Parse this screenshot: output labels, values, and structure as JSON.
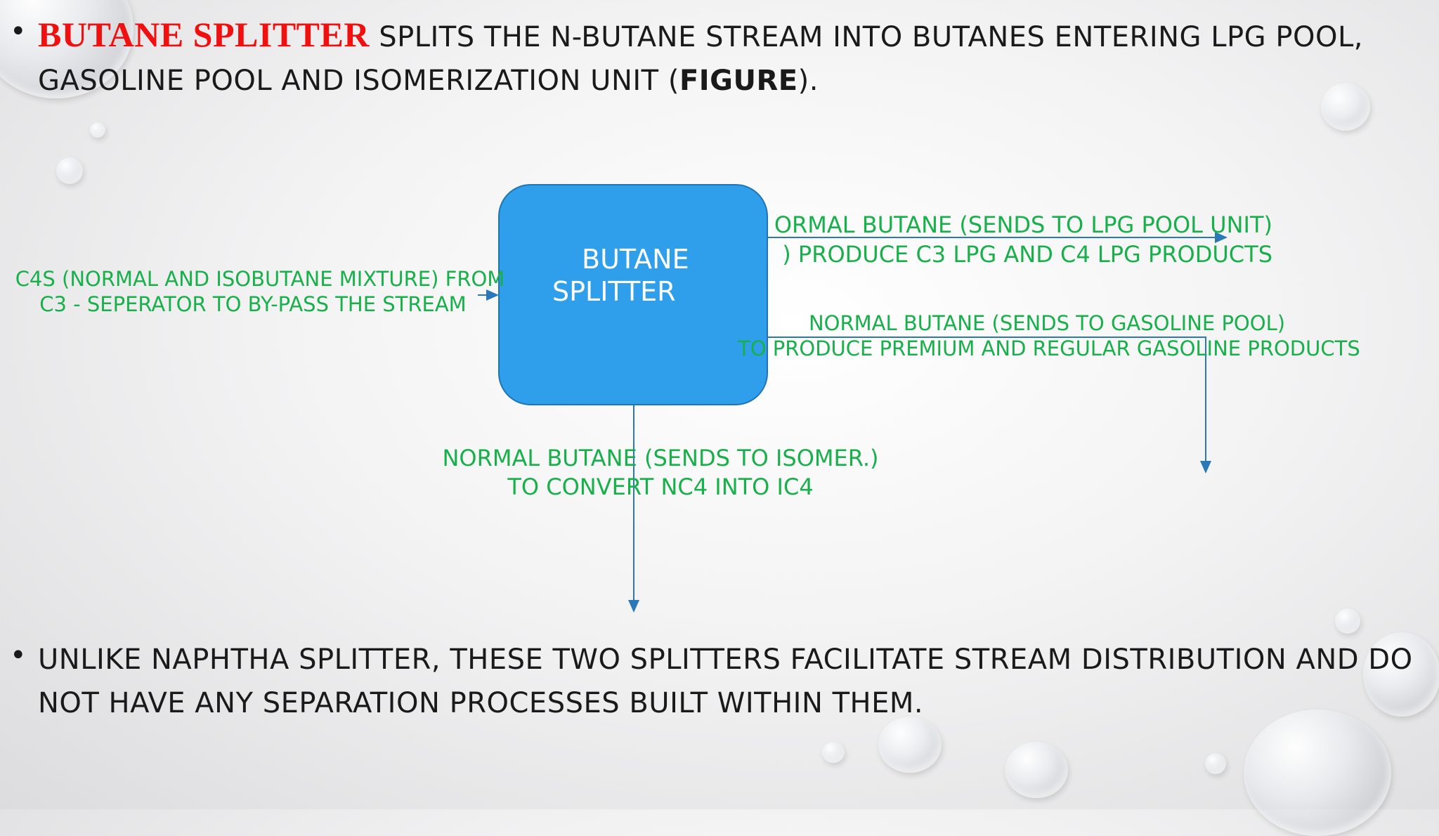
{
  "bullet1": {
    "highlight": "BUTANE SPLITTER",
    "text_a": " SPLITS THE N-BUTANE STREAM INTO BUTANES ENTERING LPG POOL,",
    "text_b": "GASOLINE POOL AND ISOMERIZATION UNIT (",
    "figure_ref": "FIGURE",
    "text_c": ")."
  },
  "diagram": {
    "box_label_1": "BUTANE",
    "box_label_2": "SPLITTER",
    "input_label_1": "C4S (NORMAL AND ISOBUTANE MIXTURE) FROM",
    "input_label_2": "C3 - SEPERATOR TO BY-PASS THE STREAM",
    "lpg_label_1": "ORMAL BUTANE (SENDS TO LPG POOL UNIT)",
    "lpg_label_2": ") PRODUCE C3 LPG AND C4 LPG PRODUCTS",
    "gasoline_label_1": "NORMAL BUTANE (SENDS TO GASOLINE POOL)",
    "gasoline_label_2": "TO PRODUCE PREMIUM AND REGULAR GASOLINE PRODUCTS",
    "isomer_label_1": "NORMAL BUTANE (SENDS TO ISOMER.)",
    "isomer_label_2": "TO CONVERT NC4 INTO IC4"
  },
  "bullet2": {
    "line1": "UNLIKE NAPHTHA SPLITTER, THESE TWO SPLITTERS FACILITATE STREAM DISTRIBUTION AND DO",
    "line2": "NOT HAVE ANY SEPARATION PROCESSES BUILT WITHIN THEM."
  },
  "colors": {
    "highlight": "#f01010",
    "box_fill": "#2f9fec",
    "label_green": "#18b04a",
    "arrow_blue": "#2a78b8"
  }
}
